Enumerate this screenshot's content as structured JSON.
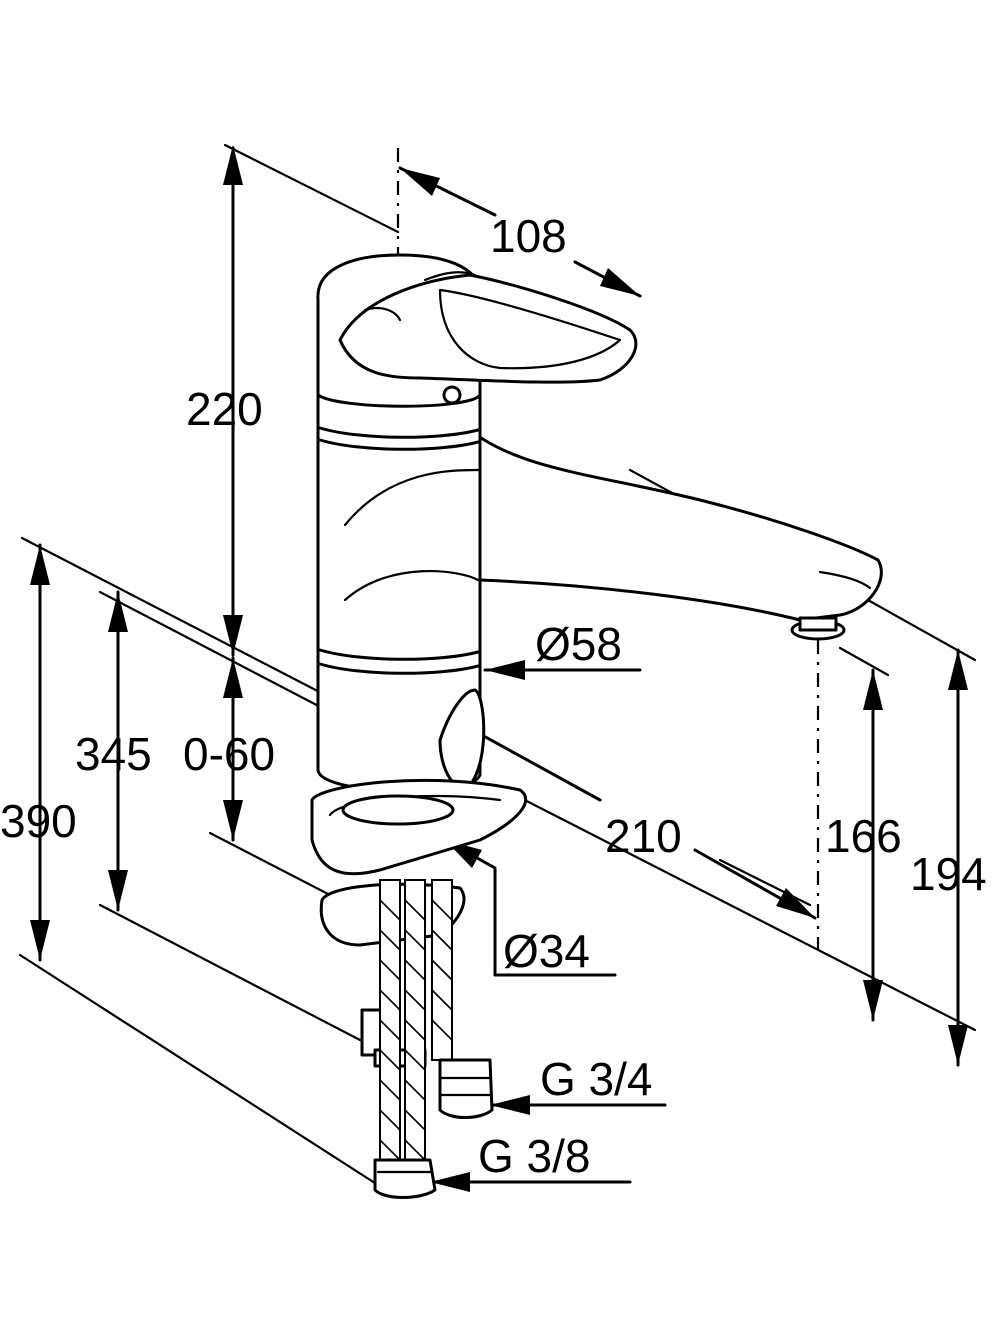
{
  "dimensions": {
    "spout_reach": "108",
    "body_height": "220",
    "mount_thickness": "0-60",
    "height_to_base": "345",
    "overall_height": "390",
    "body_diameter": "Ø58",
    "spout_projection": "210",
    "hole_diameter": "Ø34",
    "outlet_clearance": "166",
    "outlet_height": "194",
    "connection_large": "G 3/4",
    "connection_small": "G 3/8"
  }
}
